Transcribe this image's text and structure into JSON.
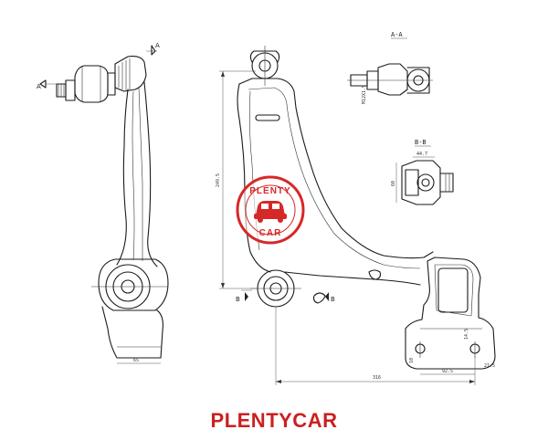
{
  "sections": {
    "aa": "A-A",
    "bb": "B-B"
  },
  "arrows": {
    "a_label": "A",
    "b_label": "B"
  },
  "dimensions": {
    "height": "249.5",
    "bb_width": "44.7",
    "bb_height": "60",
    "aa_small": "M12X1.5",
    "left_bottom": "65",
    "total_length": "316",
    "width_92": "92.5",
    "d_21": "21.5",
    "d_14": "14.5",
    "d_10": "10"
  },
  "watermark": {
    "top_text": "PLENTY",
    "bottom_text": "CAR",
    "color": "#d62828"
  },
  "brand": {
    "name": "PLENTYCAR",
    "color": "#cc1f1f"
  }
}
